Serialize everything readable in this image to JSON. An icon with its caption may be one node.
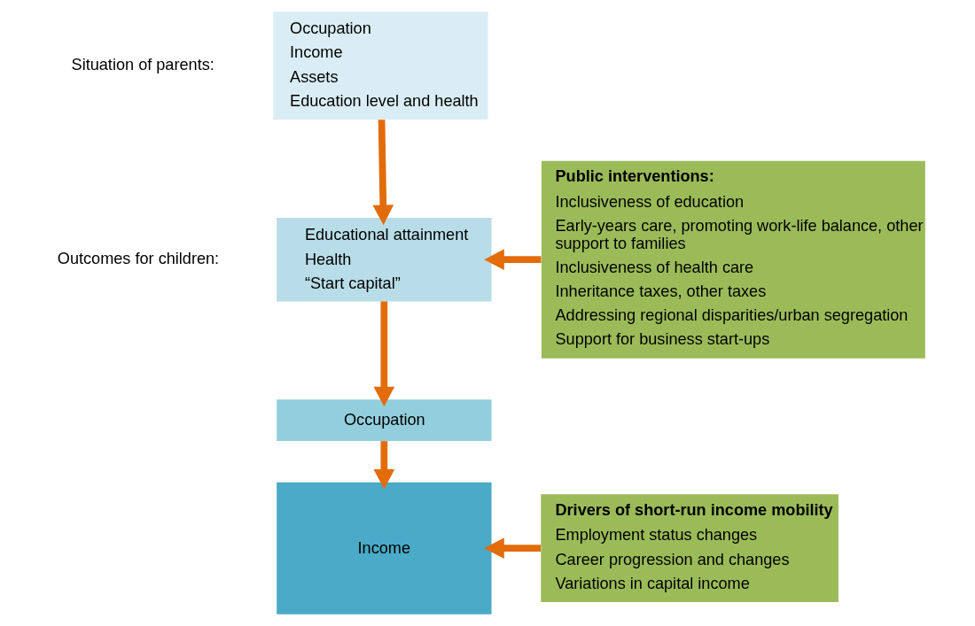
{
  "diagram": {
    "nodes": [
      {
        "text": [
          "Occupation",
          "Income",
          "Assets",
          "Education level and health"
        ]
      },
      {
        "text": [
          "Educational attainment",
          "Health",
          "“Start capital”"
        ]
      },
      {
        "text": [
          "Occupation"
        ]
      },
      {
        "text": [
          "Income"
        ]
      },
      {
        "text": [
          "Public interventions:",
          "Inclusiveness of education",
          "Early-years care, promoting work-life balance, other support to families",
          "Inclusiveness of health care",
          "Inheritance taxes, other taxes",
          "Addressing regional disparities/urban segregation",
          "Support for business start-ups"
        ]
      },
      {
        "text": [
          "Drivers of short-run income mobility",
          "Employment status changes",
          "Career progression and changes",
          "Variations in capital income"
        ]
      }
    ],
    "edges": [
      {
        "from": 0,
        "to": 1,
        "arrow": "to"
      },
      {
        "from": 1,
        "to": 2,
        "arrow": "to"
      },
      {
        "from": 2,
        "to": 3,
        "arrow": "to"
      },
      {
        "from": 4,
        "to": 1,
        "arrow": "to"
      },
      {
        "from": 5,
        "to": 3,
        "arrow": "to"
      }
    ],
    "labels": [
      "Situation of parents:",
      "Outcomes for children:"
    ]
  }
}
